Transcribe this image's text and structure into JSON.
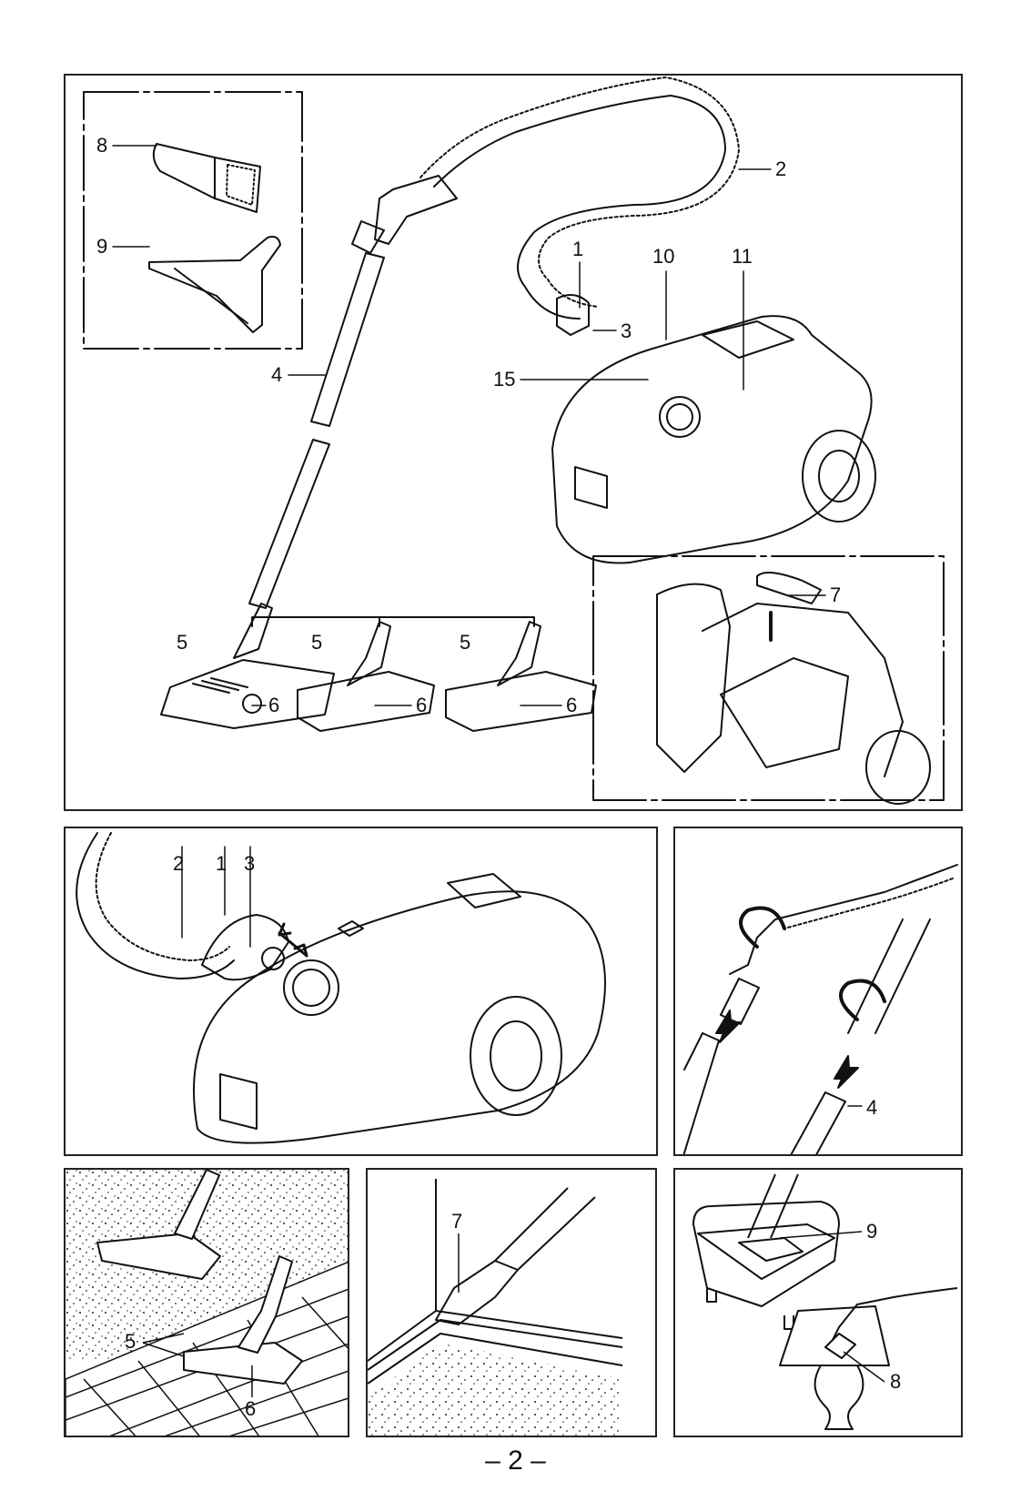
{
  "page": {
    "number": "– 2 –"
  },
  "overview": {
    "labels": {
      "l1": "1",
      "l2": "2",
      "l3": "3",
      "l4": "4",
      "l5a": "5",
      "l5b": "5",
      "l5c": "5",
      "l6a": "6",
      "l6b": "6",
      "l6c": "6",
      "l7": "7",
      "l8": "8",
      "l9": "9",
      "l10": "10",
      "l11": "11",
      "l15": "15"
    }
  },
  "connect_hose": {
    "labels": {
      "l2": "2",
      "l1": "1",
      "l3": "3"
    }
  },
  "tube_assembly": {
    "labels": {
      "l4": "4"
    }
  },
  "floor_nozzle_use": {
    "labels": {
      "l5": "5",
      "l6": "6"
    }
  },
  "crevice_use": {
    "labels": {
      "l7": "7"
    }
  },
  "accessory_use": {
    "labels": {
      "l9": "9",
      "l8": "8"
    }
  }
}
